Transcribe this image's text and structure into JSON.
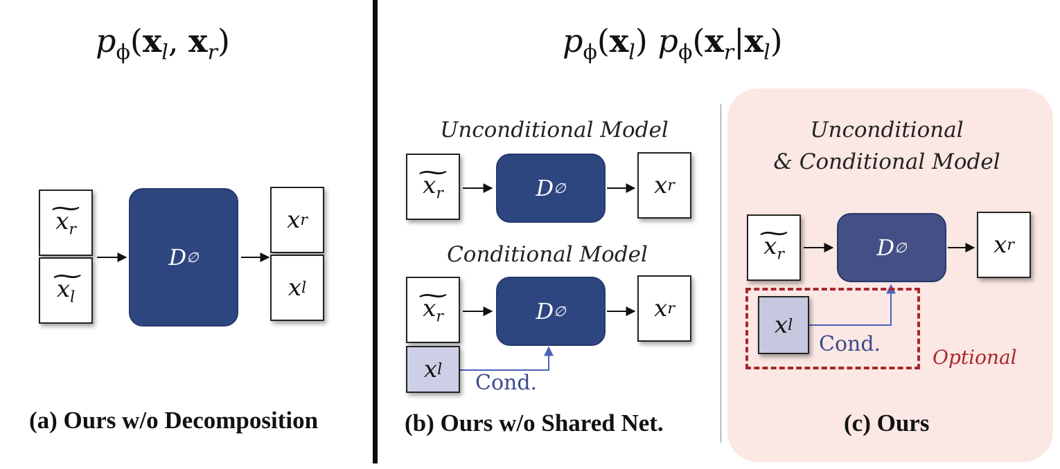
{
  "formulas": {
    "left": {
      "p": "p",
      "phi": "ϕ",
      "open": "(",
      "x": "x",
      "l": "l",
      "comma": ", ",
      "r": "r",
      "close": ")"
    },
    "right": {
      "p": "p",
      "phi": "ϕ",
      "open": "(",
      "x": "x",
      "l": "l",
      "close": ")",
      "bar": "|"
    }
  },
  "glyphs": {
    "x": "x",
    "r": "r",
    "l": "l",
    "D": "D",
    "null": "∅"
  },
  "panels": {
    "a": {
      "caption": "(a) Ours w/o Decomposition"
    },
    "b": {
      "caption": "(b) Ours w/o Shared Net.",
      "unconditional_title": "Unconditional Model",
      "conditional_title": "Conditional Model",
      "cond_label": "Cond."
    },
    "c": {
      "caption": "(c) Ours",
      "title_line1": "Unconditional",
      "title_line2": "& Conditional Model",
      "cond_label": "Cond.",
      "optional_label": "Optional"
    }
  },
  "colors": {
    "network": "#2e4680",
    "network_muted": "#444f85",
    "condition_box": "#cdcfe6",
    "cond_arrow": "#4a62b8",
    "optional": "#a8262c",
    "panel_c_background": "#fbe7e3"
  }
}
